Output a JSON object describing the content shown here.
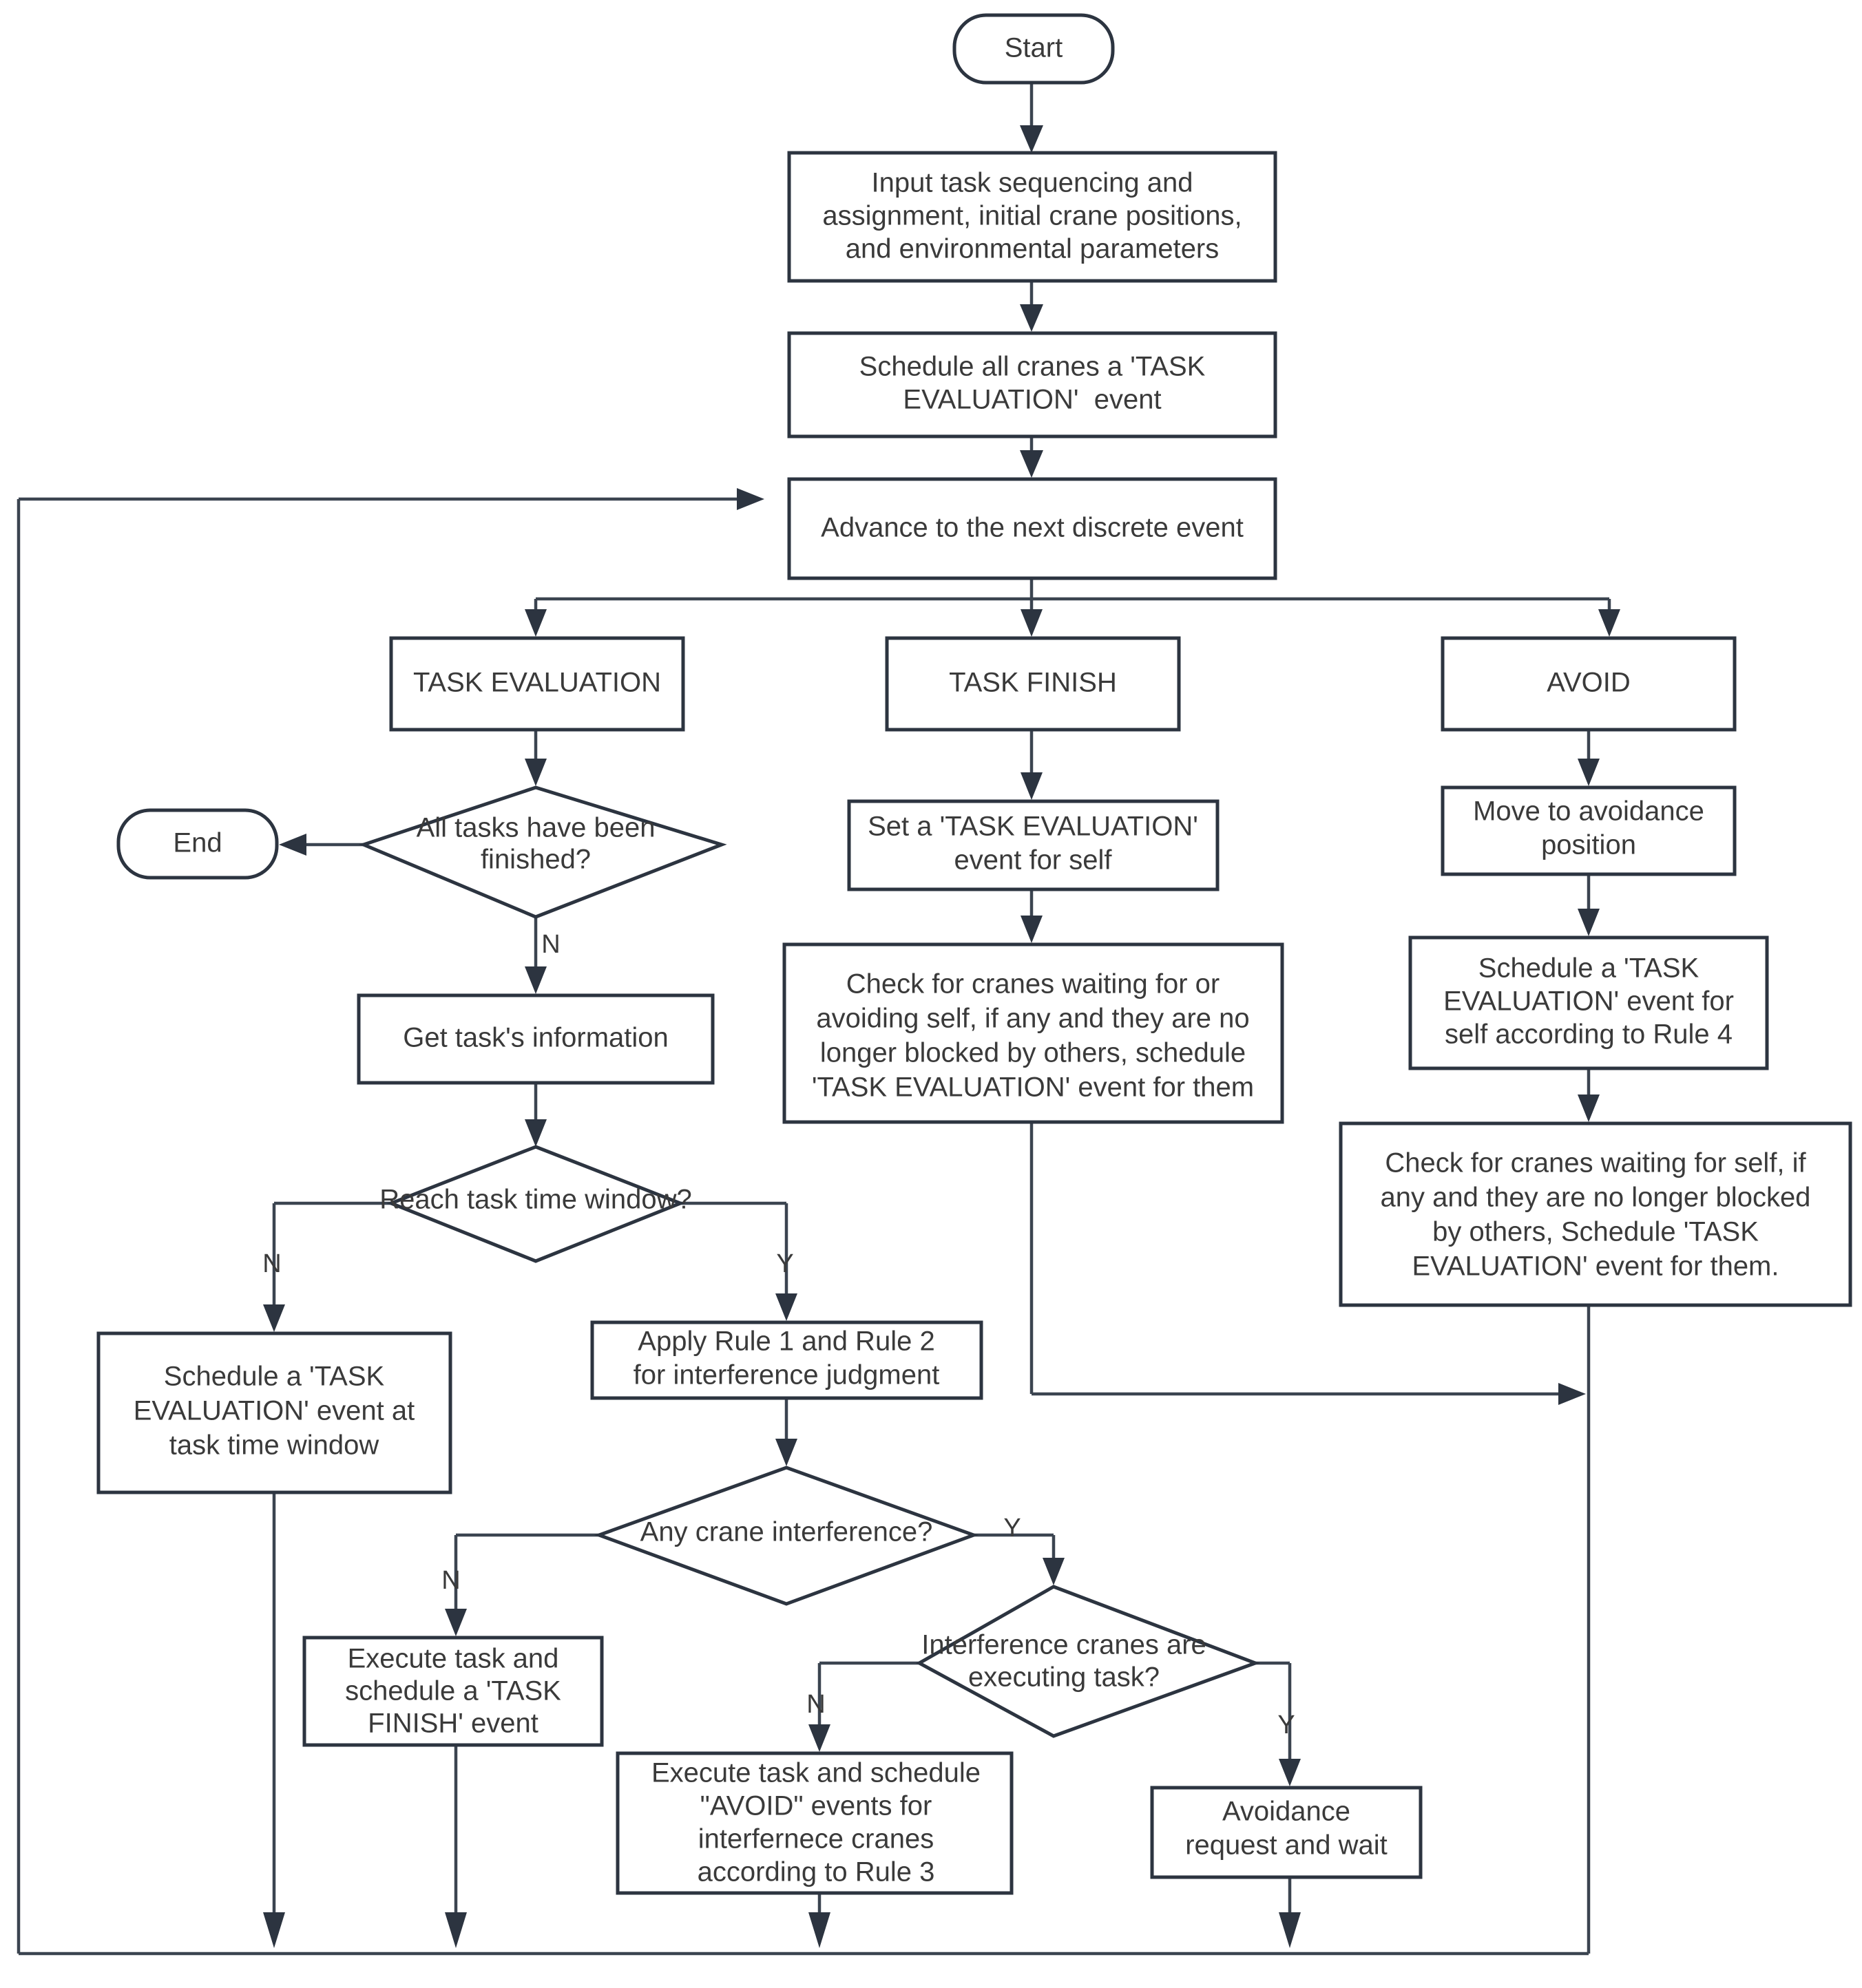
{
  "diagram": {
    "type": "flowchart",
    "title": "Discrete-event crane scheduling simulation flowchart",
    "colors": {
      "node_stroke": "#2c3440",
      "edge_stroke": "#3b4450",
      "node_fill": "#ffffff",
      "text": "#3a3a3a",
      "background": "#ffffff"
    },
    "nodes": {
      "start": {
        "shape": "terminator",
        "label": "Start"
      },
      "end": {
        "shape": "terminator",
        "label": "End"
      },
      "input_params": {
        "shape": "process",
        "lines": [
          "Input task sequencing and",
          "assignment, initial crane positions,",
          "and environmental parameters"
        ]
      },
      "schedule_all": {
        "shape": "process",
        "lines": [
          "Schedule all cranes a 'TASK",
          "EVALUATION'  event"
        ]
      },
      "advance_event": {
        "shape": "process",
        "lines": [
          "Advance to the next discrete event"
        ]
      },
      "task_evaluation": {
        "shape": "process",
        "lines": [
          "TASK EVALUATION"
        ]
      },
      "task_finish": {
        "shape": "process",
        "lines": [
          "TASK FINISH"
        ]
      },
      "avoid": {
        "shape": "process",
        "lines": [
          "AVOID"
        ]
      },
      "all_tasks_finished": {
        "shape": "decision",
        "lines": [
          "All tasks have been",
          "finished?"
        ]
      },
      "get_task_info": {
        "shape": "process",
        "lines": [
          "Get task's information"
        ]
      },
      "reach_time_window": {
        "shape": "decision",
        "lines": [
          "Reach task time window?"
        ]
      },
      "schedule_at_window": {
        "shape": "process",
        "lines": [
          "Schedule a 'TASK",
          "EVALUATION' event at",
          "task time window"
        ]
      },
      "apply_rules": {
        "shape": "process",
        "lines": [
          "Apply Rule 1 and Rule 2",
          "for interference judgment"
        ]
      },
      "any_interference": {
        "shape": "decision",
        "lines": [
          "Any crane interference?"
        ]
      },
      "execute_task_finish": {
        "shape": "process",
        "lines": [
          "Execute task and",
          "schedule a 'TASK",
          "FINISH' event"
        ]
      },
      "interference_executing": {
        "shape": "decision",
        "lines": [
          "Interference cranes are",
          "executing task?"
        ]
      },
      "execute_avoid_rule3": {
        "shape": "process",
        "lines": [
          "Execute task and schedule",
          "\"AVOID\" events for",
          "interfernece cranes",
          "according to Rule 3"
        ]
      },
      "avoidance_request": {
        "shape": "process",
        "lines": [
          "Avoidance",
          "request and wait"
        ]
      },
      "set_eval_self": {
        "shape": "process",
        "lines": [
          "Set a 'TASK EVALUATION'",
          "event for self"
        ]
      },
      "check_cranes_waiting_or_avoiding": {
        "shape": "process",
        "lines": [
          "Check for cranes waiting for or",
          "avoiding self, if any and they are no",
          "longer blocked by others, schedule",
          "'TASK EVALUATION' event for them"
        ]
      },
      "move_avoidance_position": {
        "shape": "process",
        "lines": [
          "Move to avoidance",
          "position"
        ]
      },
      "schedule_eval_rule4": {
        "shape": "process",
        "lines": [
          "Schedule a 'TASK",
          "EVALUATION' event for",
          "self according to Rule 4"
        ]
      },
      "check_cranes_waiting_self": {
        "shape": "process",
        "lines": [
          "Check for cranes waiting for self, if",
          "any and they are no longer blocked",
          "by others, Schedule 'TASK",
          "EVALUATION' event for them."
        ]
      }
    },
    "edge_labels": {
      "all_tasks_no": "N",
      "reach_window_no": "N",
      "reach_window_yes": "Y",
      "any_interference_no": "N",
      "any_interference_yes": "Y",
      "executing_no": "N",
      "executing_yes": "Y"
    },
    "edges": [
      {
        "from": "start",
        "to": "input_params",
        "label": ""
      },
      {
        "from": "input_params",
        "to": "schedule_all",
        "label": ""
      },
      {
        "from": "schedule_all",
        "to": "advance_event",
        "label": ""
      },
      {
        "from": "advance_event",
        "to": "task_evaluation",
        "label": ""
      },
      {
        "from": "advance_event",
        "to": "task_finish",
        "label": ""
      },
      {
        "from": "advance_event",
        "to": "avoid",
        "label": ""
      },
      {
        "from": "task_evaluation",
        "to": "all_tasks_finished",
        "label": ""
      },
      {
        "from": "all_tasks_finished",
        "to": "end",
        "label": ""
      },
      {
        "from": "all_tasks_finished",
        "to": "get_task_info",
        "label": "N"
      },
      {
        "from": "get_task_info",
        "to": "reach_time_window",
        "label": ""
      },
      {
        "from": "reach_time_window",
        "to": "schedule_at_window",
        "label": "N"
      },
      {
        "from": "reach_time_window",
        "to": "apply_rules",
        "label": "Y"
      },
      {
        "from": "apply_rules",
        "to": "any_interference",
        "label": ""
      },
      {
        "from": "any_interference",
        "to": "execute_task_finish",
        "label": "N"
      },
      {
        "from": "any_interference",
        "to": "interference_executing",
        "label": "Y"
      },
      {
        "from": "interference_executing",
        "to": "execute_avoid_rule3",
        "label": "N"
      },
      {
        "from": "interference_executing",
        "to": "avoidance_request",
        "label": "Y"
      },
      {
        "from": "task_finish",
        "to": "set_eval_self",
        "label": ""
      },
      {
        "from": "set_eval_self",
        "to": "check_cranes_waiting_or_avoiding",
        "label": ""
      },
      {
        "from": "avoid",
        "to": "move_avoidance_position",
        "label": ""
      },
      {
        "from": "move_avoidance_position",
        "to": "schedule_eval_rule4",
        "label": ""
      },
      {
        "from": "schedule_eval_rule4",
        "to": "check_cranes_waiting_self",
        "label": ""
      },
      {
        "from": "schedule_at_window",
        "to": "advance_event",
        "label": "loop-back"
      },
      {
        "from": "execute_task_finish",
        "to": "advance_event",
        "label": "loop-back"
      },
      {
        "from": "execute_avoid_rule3",
        "to": "advance_event",
        "label": "loop-back"
      },
      {
        "from": "avoidance_request",
        "to": "advance_event",
        "label": "loop-back"
      },
      {
        "from": "check_cranes_waiting_or_avoiding",
        "to": "advance_event",
        "label": "loop-back"
      },
      {
        "from": "check_cranes_waiting_self",
        "to": "advance_event",
        "label": "loop-back"
      }
    ]
  }
}
